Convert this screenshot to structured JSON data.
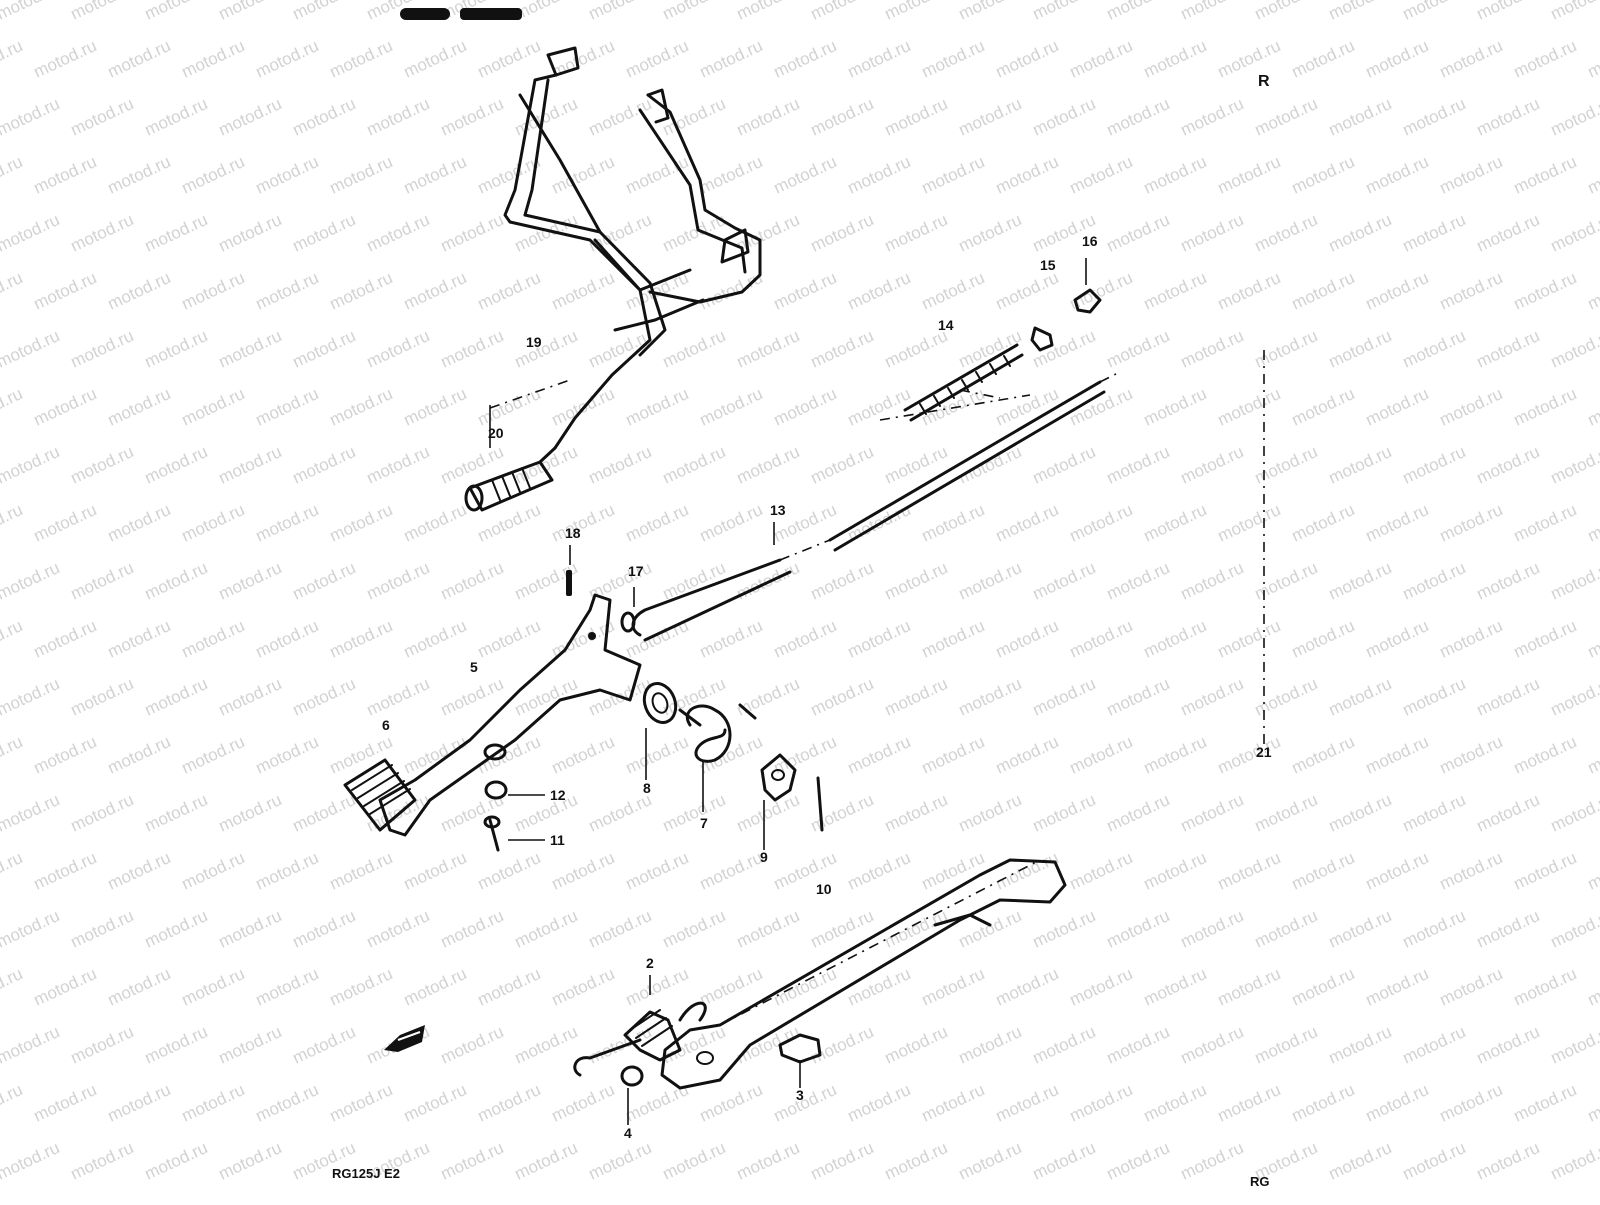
{
  "watermark": "motod.ru",
  "footer": {
    "model_code": "RG125J E2",
    "right_code": "RG"
  },
  "corner_mark": "R",
  "callouts": [
    "2",
    "3",
    "4",
    "5",
    "6",
    "7",
    "8",
    "9",
    "10",
    "11",
    "12",
    "13",
    "14",
    "15",
    "16",
    "17",
    "18",
    "19",
    "20",
    "21"
  ],
  "colors": {
    "ink": "#111111",
    "watermark": "#d2d2d2",
    "background": "#ffffff"
  }
}
